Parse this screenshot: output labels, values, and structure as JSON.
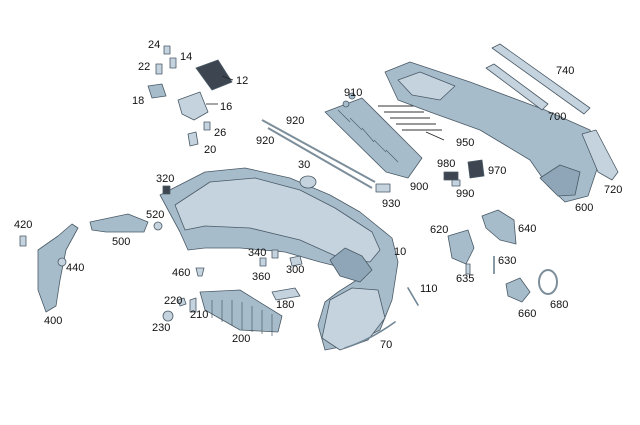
{
  "callouts": [
    {
      "id": "24",
      "label": "24"
    },
    {
      "id": "14",
      "label": "14"
    },
    {
      "id": "22",
      "label": "22"
    },
    {
      "id": "12",
      "label": "12"
    },
    {
      "id": "18",
      "label": "18"
    },
    {
      "id": "16",
      "label": "16"
    },
    {
      "id": "26",
      "label": "26"
    },
    {
      "id": "20",
      "label": "20"
    },
    {
      "id": "910",
      "label": "910"
    },
    {
      "id": "920a",
      "label": "920"
    },
    {
      "id": "920b",
      "label": "920"
    },
    {
      "id": "30",
      "label": "30"
    },
    {
      "id": "930",
      "label": "930"
    },
    {
      "id": "900",
      "label": "900"
    },
    {
      "id": "950",
      "label": "950"
    },
    {
      "id": "980",
      "label": "980"
    },
    {
      "id": "970",
      "label": "970"
    },
    {
      "id": "990",
      "label": "990"
    },
    {
      "id": "740",
      "label": "740"
    },
    {
      "id": "700",
      "label": "700"
    },
    {
      "id": "720",
      "label": "720"
    },
    {
      "id": "600",
      "label": "600"
    },
    {
      "id": "320",
      "label": "320"
    },
    {
      "id": "420",
      "label": "420"
    },
    {
      "id": "520",
      "label": "520"
    },
    {
      "id": "500",
      "label": "500"
    },
    {
      "id": "440",
      "label": "440"
    },
    {
      "id": "400",
      "label": "400"
    },
    {
      "id": "460",
      "label": "460"
    },
    {
      "id": "340",
      "label": "340"
    },
    {
      "id": "360",
      "label": "360"
    },
    {
      "id": "300",
      "label": "300"
    },
    {
      "id": "10",
      "label": "10"
    },
    {
      "id": "620",
      "label": "620"
    },
    {
      "id": "640",
      "label": "640"
    },
    {
      "id": "630",
      "label": "630"
    },
    {
      "id": "635",
      "label": "635"
    },
    {
      "id": "680",
      "label": "680"
    },
    {
      "id": "660",
      "label": "660"
    },
    {
      "id": "110",
      "label": "110"
    },
    {
      "id": "220",
      "label": "220"
    },
    {
      "id": "210",
      "label": "210"
    },
    {
      "id": "230",
      "label": "230"
    },
    {
      "id": "180",
      "label": "180"
    },
    {
      "id": "200",
      "label": "200"
    },
    {
      "id": "70",
      "label": "70"
    }
  ],
  "colors": {
    "part_light": "#c4d3de",
    "part_mid": "#a7bccb",
    "part_dark": "#8ea6b8",
    "grille": "#3d4650",
    "background": "#ffffff"
  }
}
